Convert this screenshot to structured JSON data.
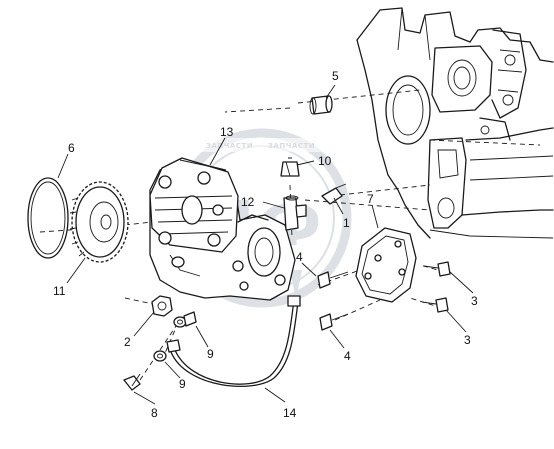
{
  "callouts": {
    "c1": "1",
    "c2": "2",
    "c3a": "3",
    "c3b": "3",
    "c4a": "4",
    "c4b": "4",
    "c5": "5",
    "c6": "6",
    "c7": "7",
    "c8": "8",
    "c9a": "9",
    "c9b": "9",
    "c10": "10",
    "c11": "11",
    "c12": "12",
    "c13": "13",
    "c14": "14"
  },
  "watermark": {
    "text_left": "ЗАПЧАСТИ",
    "text_right": "ЗАПЧАСТИ",
    "monogram": "ЦФ",
    "color": "#c3c8cf"
  },
  "colors": {
    "line": "#1a1a1a",
    "background": "#ffffff"
  }
}
